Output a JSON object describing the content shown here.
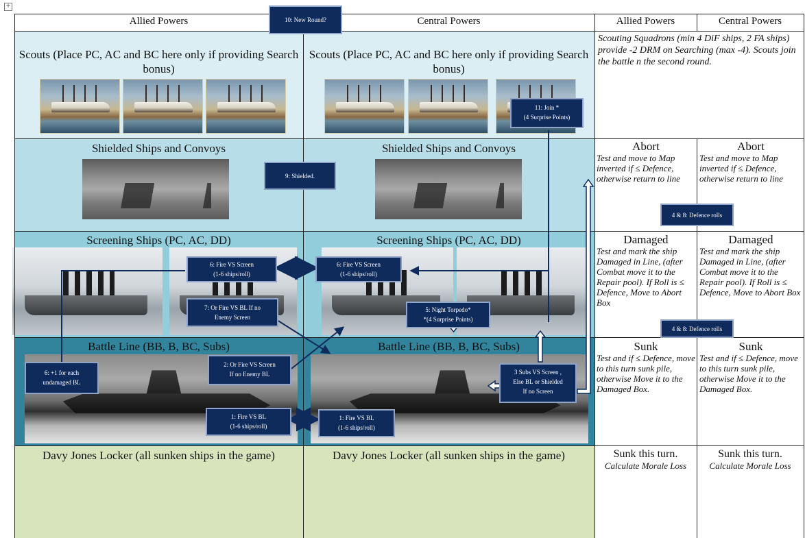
{
  "table": {
    "headers": {
      "allied": "Allied Powers",
      "central": "Central Powers",
      "allied_rules": "Allied Powers",
      "central_rules": "Central Powers"
    },
    "rows": {
      "scouts": {
        "title": "Scouts (Place PC, AC and BC here only if providing Search bonus)",
        "rule": "Scouting Squadrons (min 4 DiF ships, 2 FA ships) provide -2 DRM on Searching (max -4). Scouts join the battle n the second round."
      },
      "shielded": {
        "title": "Shielded Ships and Convoys",
        "abort_title": "Abort",
        "abort_rule": "Test and move to Map inverted if ≤ Defence, otherwise return to line"
      },
      "screening": {
        "title": "Screening Ships (PC, AC, DD)",
        "damaged_title": "Damaged",
        "damaged_rule": "Test and mark the ship Damaged in Line, (after Combat move it to the Repair pool).  If Roll is ≤ Defence, Move to Abort Box"
      },
      "battle_line": {
        "title": "Battle Line (BB, B, BC, Subs)",
        "sunk_title": "Sunk",
        "sunk_rule_allied": "Test and if ≤ Defence, move to this turn sunk pile, otherwise Move it to the Damaged Box.",
        "sunk_rule_central": "Test and if ≤ Defence, move to this turn sunk pile, otherwise Move it to the Damaged Box."
      },
      "locker": {
        "title": "Davy Jones Locker (all sunken ships in the game)",
        "sunk_turn_title": "Sunk this turn.",
        "sunk_turn_rule": "Calculate Morale Loss"
      }
    }
  },
  "callouts": {
    "new_round": "10:  New Round?",
    "join_1": "11:  Join *",
    "join_2": "(4 Surprise Points)",
    "shielded": "9: Shielded.",
    "defence_rolls_top": "4 & 8: Defence rolls",
    "defence_rolls_bottom": "4 & 8: Defence rolls",
    "fire_screen_allied_1": "6: Fire VS Screen",
    "fire_screen_allied_2": "(1-6 ships/roll)",
    "fire_screen_central_1": "6: Fire VS Screen",
    "fire_screen_central_2": "(1-6 ships/roll)",
    "or_fire_bl_1": "7: Or Fire VS BL If no",
    "or_fire_bl_2": "Enemy Screen",
    "night_torpedo_1": "5: Night Torpedo*",
    "night_torpedo_2": "*(4 Surprise Points)",
    "plus_one_1": "6: +1 for each",
    "plus_one_2": "undamaged BL",
    "or_fire_screen_1": "2: Or Fire VS Screen",
    "or_fire_screen_2": "If no Enemy BL",
    "subs_1": "3 Subs VS  Screen ,",
    "subs_2": "Else BL or Shielded",
    "subs_3": "If no Screen",
    "fire_bl_allied_1": "1: Fire VS BL",
    "fire_bl_allied_2": "(1-6 ships/roll)",
    "fire_bl_central_1": "1: Fire VS BL",
    "fire_bl_central_2": "(1-6 ships/roll)"
  },
  "colors": {
    "scouts_bg": "#daeef3",
    "shielded_bg": "#b7dde8",
    "screening_bg": "#92cddc",
    "battle_bg": "#31849b",
    "locker_bg": "#d7e4bc",
    "callout_bg": "#0f2b5c"
  },
  "icons": [
    "table-move-handle-icon"
  ]
}
